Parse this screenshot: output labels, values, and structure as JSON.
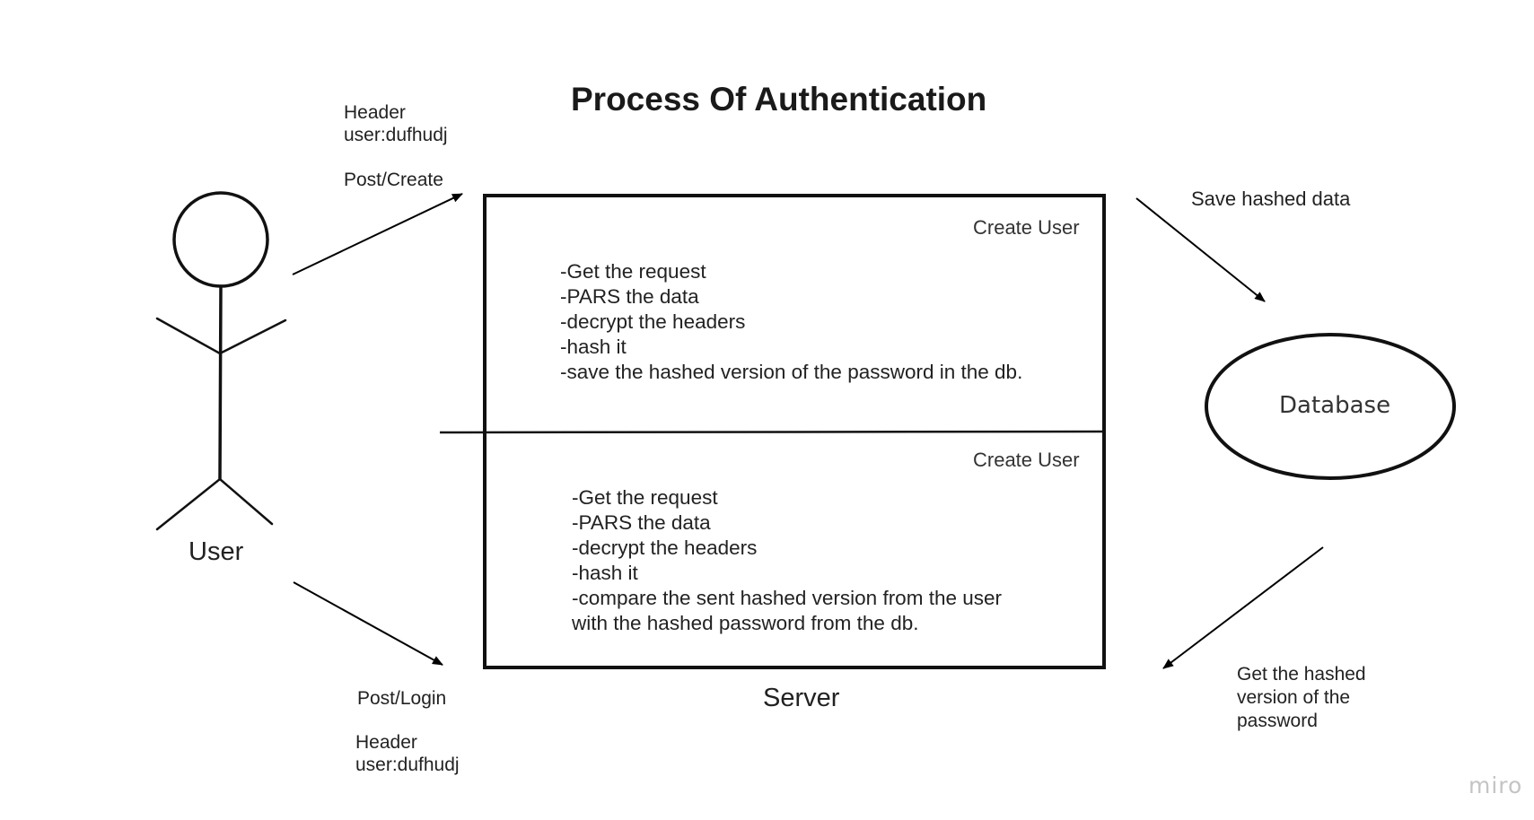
{
  "title": "Process Of Authentication",
  "actor": {
    "label": "User"
  },
  "server": {
    "label": "Server",
    "create_section": {
      "title": "Create User",
      "steps": [
        "-Get the request",
        "-PARS the data",
        "-decrypt the headers",
        "-hash it",
        "-save the hashed version of the password in the db."
      ]
    },
    "login_section": {
      "title": "Create User",
      "steps": [
        "-Get the request",
        "-PARS the data",
        "-decrypt the headers",
        "-hash it",
        "-compare the sent hashed version from the user with the hashed password from the db."
      ]
    }
  },
  "database": {
    "label": "Database"
  },
  "edges": {
    "user_to_server_create": {
      "header": "Header",
      "user": "user:dufhudj",
      "method": "Post/Create"
    },
    "user_to_server_login": {
      "method": "Post/Login",
      "header": "Header",
      "user": "user:dufhudj"
    },
    "server_to_db": {
      "label": "Save hashed data"
    },
    "db_to_server": {
      "line1": "Get the hashed",
      "line2": "version of the",
      "line3": "password"
    }
  },
  "watermark": "miro"
}
